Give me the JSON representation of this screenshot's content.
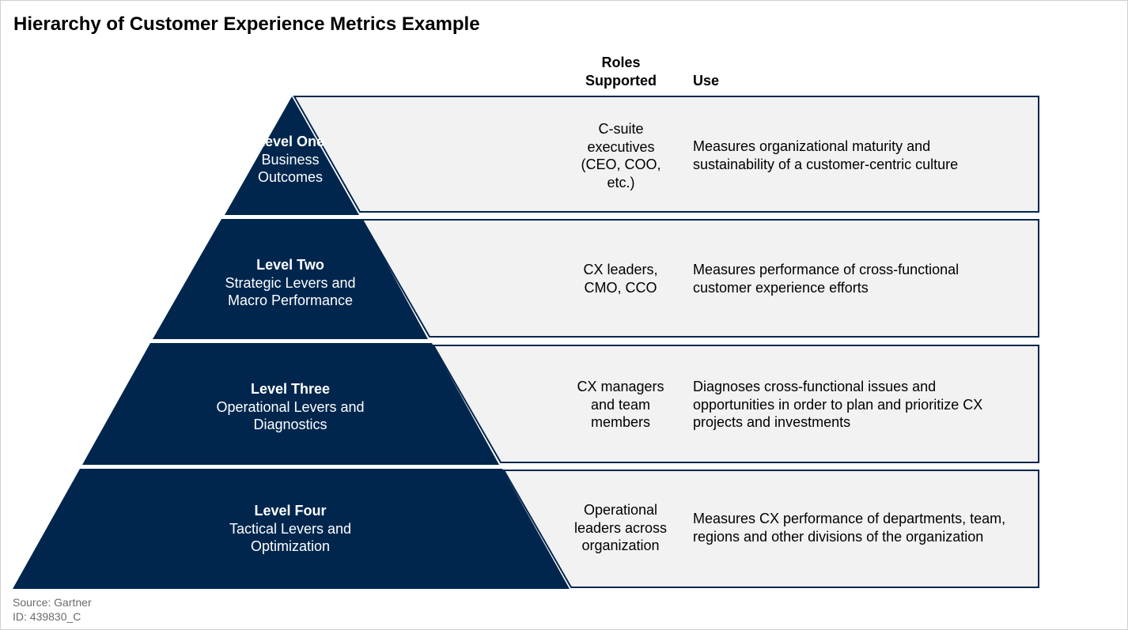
{
  "title": "Hierarchy of Customer Experience Metrics Example",
  "columns": {
    "roles": "Roles Supported",
    "use": "Use"
  },
  "colors": {
    "pyramid": "#00264d",
    "band_fill": "#f2f2f2",
    "band_border": "#00264d"
  },
  "levels": [
    {
      "name": "Level One",
      "description": "Business Outcomes",
      "roles": "C-suite executives (CEO, COO, etc.)",
      "use": "Measures organizational maturity and sustainability of a customer-centric culture"
    },
    {
      "name": "Level Two",
      "description": "Strategic Levers and Macro Performance",
      "roles": "CX leaders, CMO, CCO",
      "use": "Measures performance of cross-functional customer experience efforts"
    },
    {
      "name": "Level Three",
      "description": "Operational Levers and Diagnostics",
      "roles": "CX managers and team members",
      "use": "Diagnoses cross-functional issues and opportunities in order to plan and prioritize CX projects and investments"
    },
    {
      "name": "Level Four",
      "description": "Tactical Levers and Optimization",
      "roles": "Operational leaders across organization",
      "use": "Measures CX performance of departments, team, regions and other divisions of the organization"
    }
  ],
  "footer": {
    "source": "Source: Gartner",
    "id": "ID: 439830_C"
  }
}
